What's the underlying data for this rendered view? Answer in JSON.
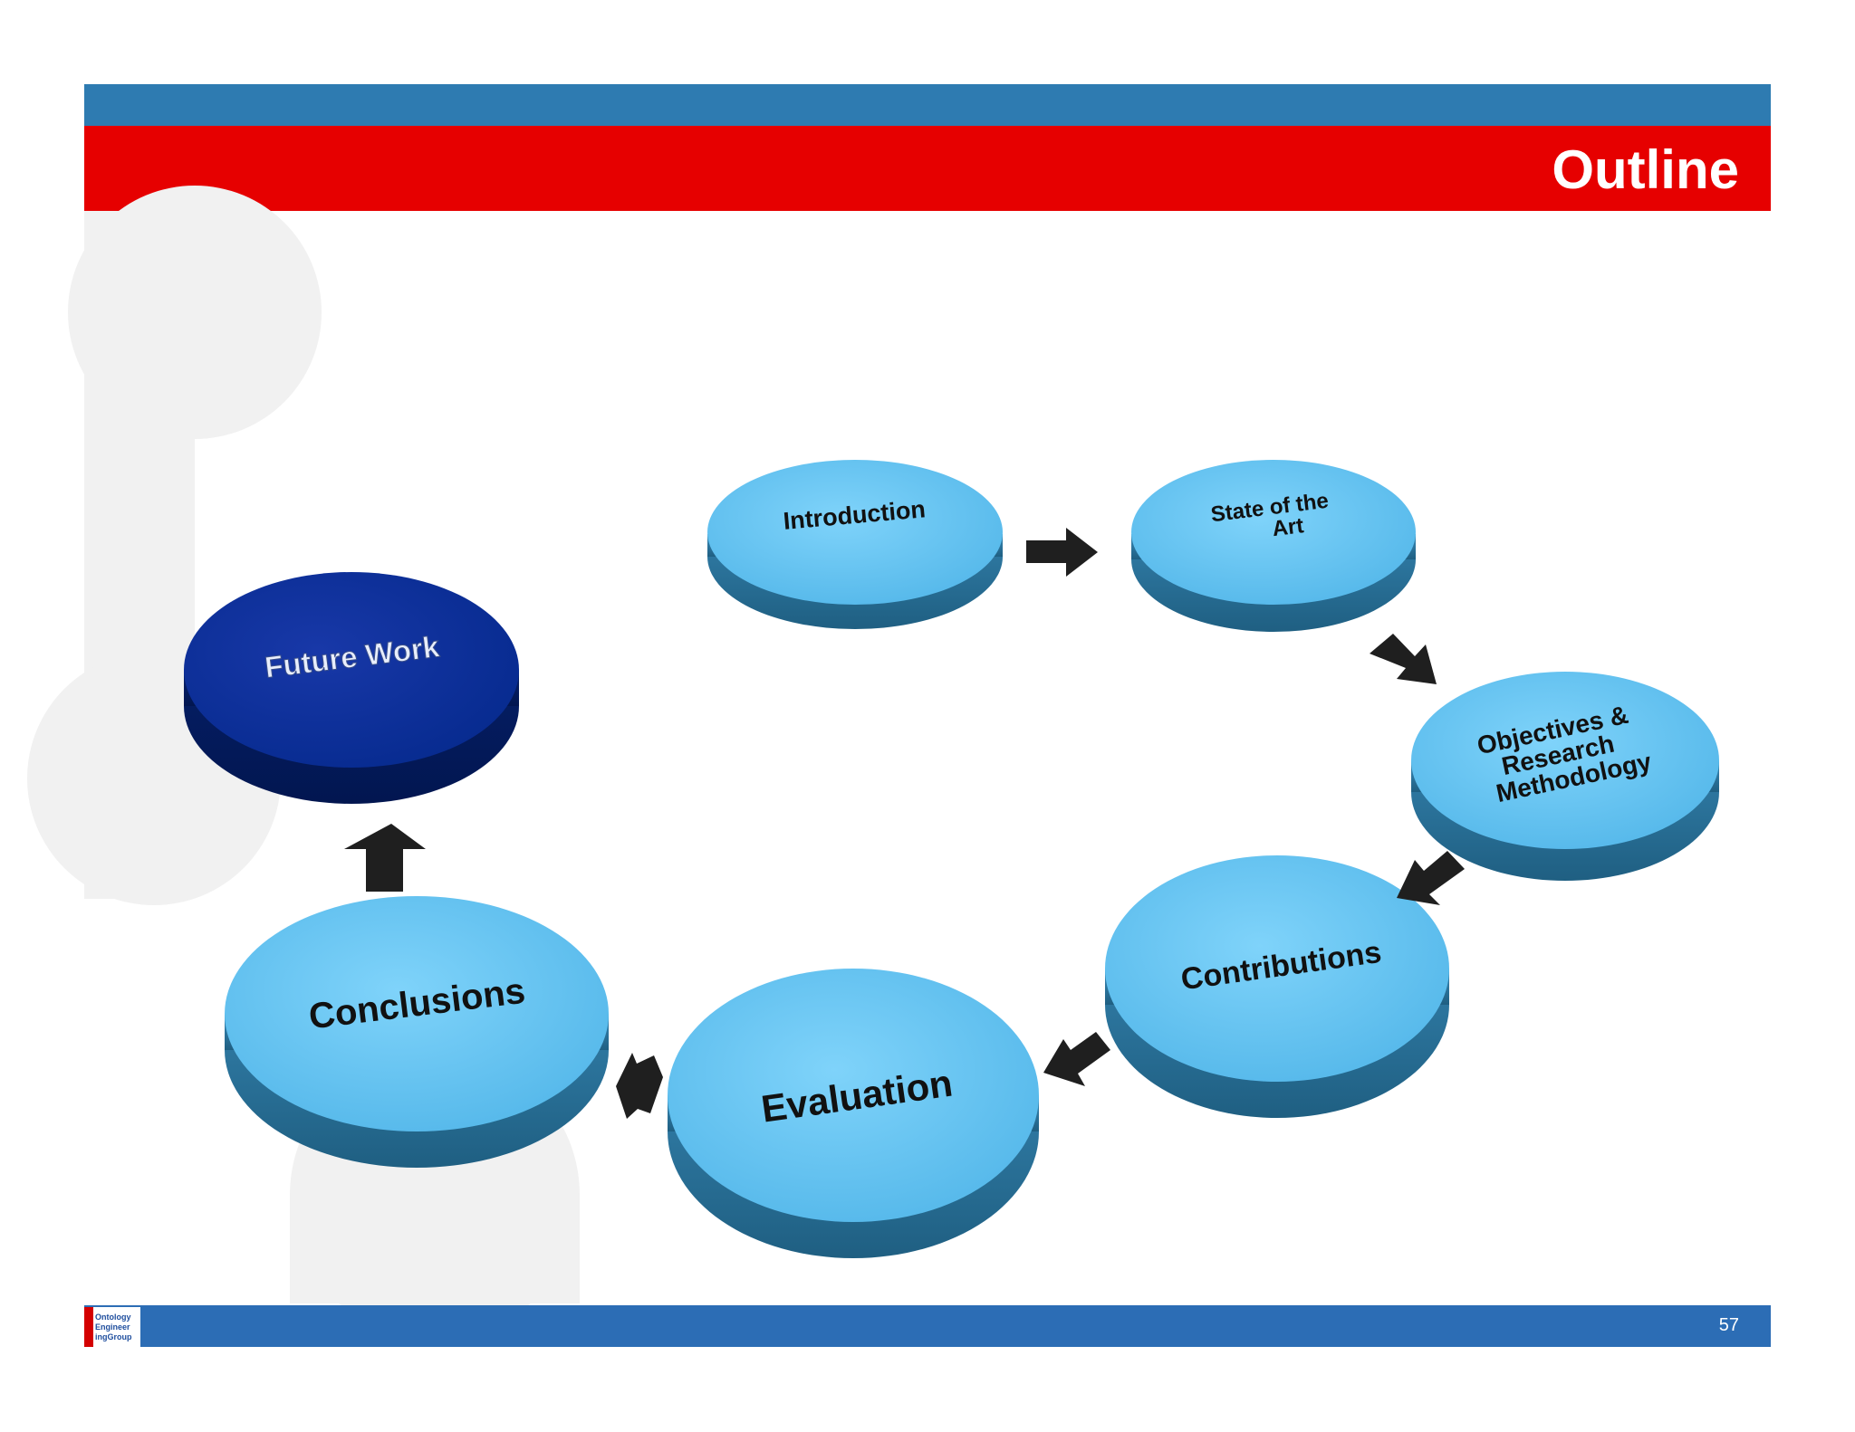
{
  "header": {
    "title": "Outline"
  },
  "footer": {
    "page_number": "57",
    "logo_lines": [
      "Ontology",
      "Engineer",
      "ingGroup"
    ]
  },
  "diagram": {
    "nodes": [
      {
        "id": "introduction",
        "lines": [
          "Introduction"
        ]
      },
      {
        "id": "state-of-the-art",
        "lines": [
          "State of the",
          "Art"
        ]
      },
      {
        "id": "objectives",
        "lines": [
          "Objectives &",
          "Research",
          "Methodology"
        ]
      },
      {
        "id": "contributions",
        "lines": [
          "Contributions"
        ]
      },
      {
        "id": "evaluation",
        "lines": [
          "Evaluation"
        ]
      },
      {
        "id": "conclusions",
        "lines": [
          "Conclusions"
        ]
      },
      {
        "id": "future-work",
        "lines": [
          "Future Work"
        ]
      }
    ],
    "colors": {
      "disc": "#5fc3f5",
      "disc_side": "#2f7fa8",
      "highlight": "#0a2c94",
      "arrow": "#1f1f1f"
    }
  }
}
